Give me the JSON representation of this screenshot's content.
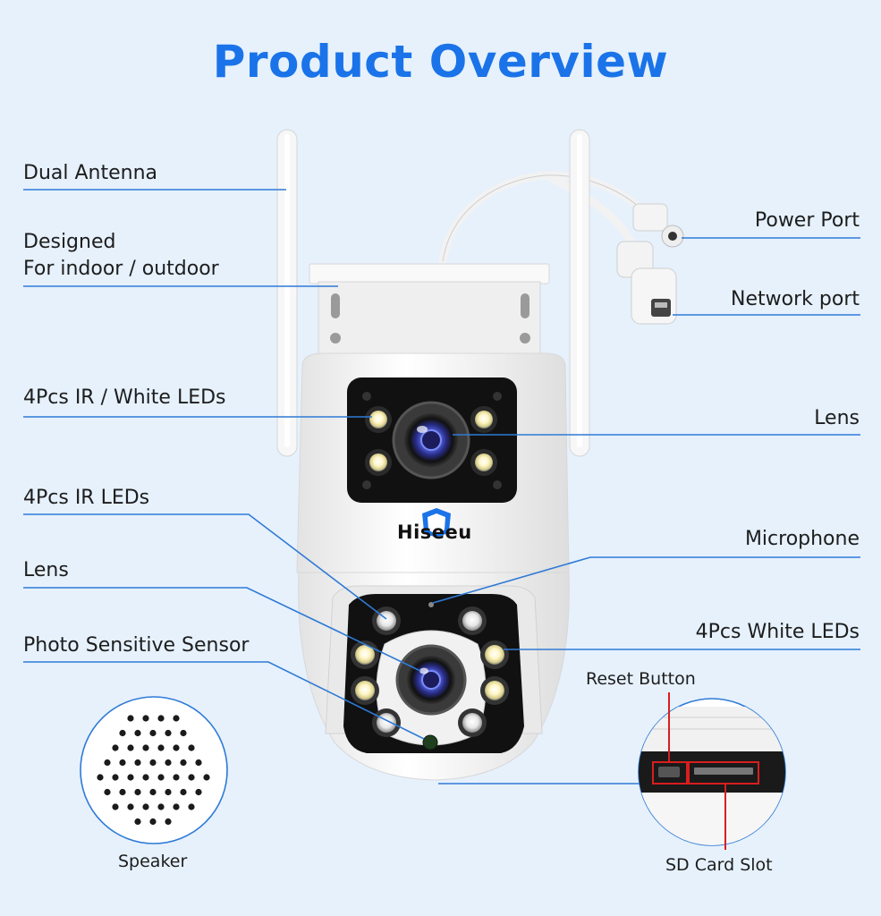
{
  "title": "Product Overview",
  "brand": "Hiseeu",
  "labels": {
    "dual_antenna": "Dual Antenna",
    "designed_line1": "Designed",
    "designed_line2": "For indoor / outdoor",
    "ir_white_leds": "4Pcs IR / White LEDs",
    "ir_leds": "4Pcs IR LEDs",
    "lens_left": "Lens",
    "photo_sensor": "Photo Sensitive Sensor",
    "power_port": "Power Port",
    "network_port": "Network port",
    "lens_right": "Lens",
    "microphone": "Microphone",
    "white_leds": "4Pcs White LEDs",
    "reset_button": "Reset Button",
    "speaker": "Speaker",
    "sd_card_slot": "SD Card Slot"
  },
  "colors": {
    "accent": "#1a73e8",
    "leader": "#2f7ad6",
    "background": "#e6f1fc",
    "highlight_red": "#d81e1e"
  }
}
